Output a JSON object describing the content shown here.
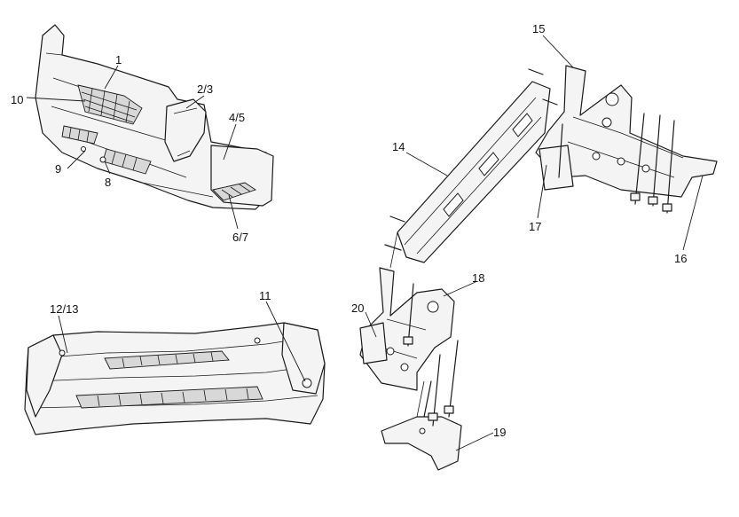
{
  "callouts": {
    "c1": "1",
    "c2_3": "2/3",
    "c4_5": "4/5",
    "c6_7": "6/7",
    "c8": "8",
    "c9": "9",
    "c10": "10",
    "c11": "11",
    "c12_13": "12/13",
    "c14": "14",
    "c15": "15",
    "c16": "16",
    "c17": "17",
    "c18": "18",
    "c19": "19",
    "c20": "20"
  }
}
